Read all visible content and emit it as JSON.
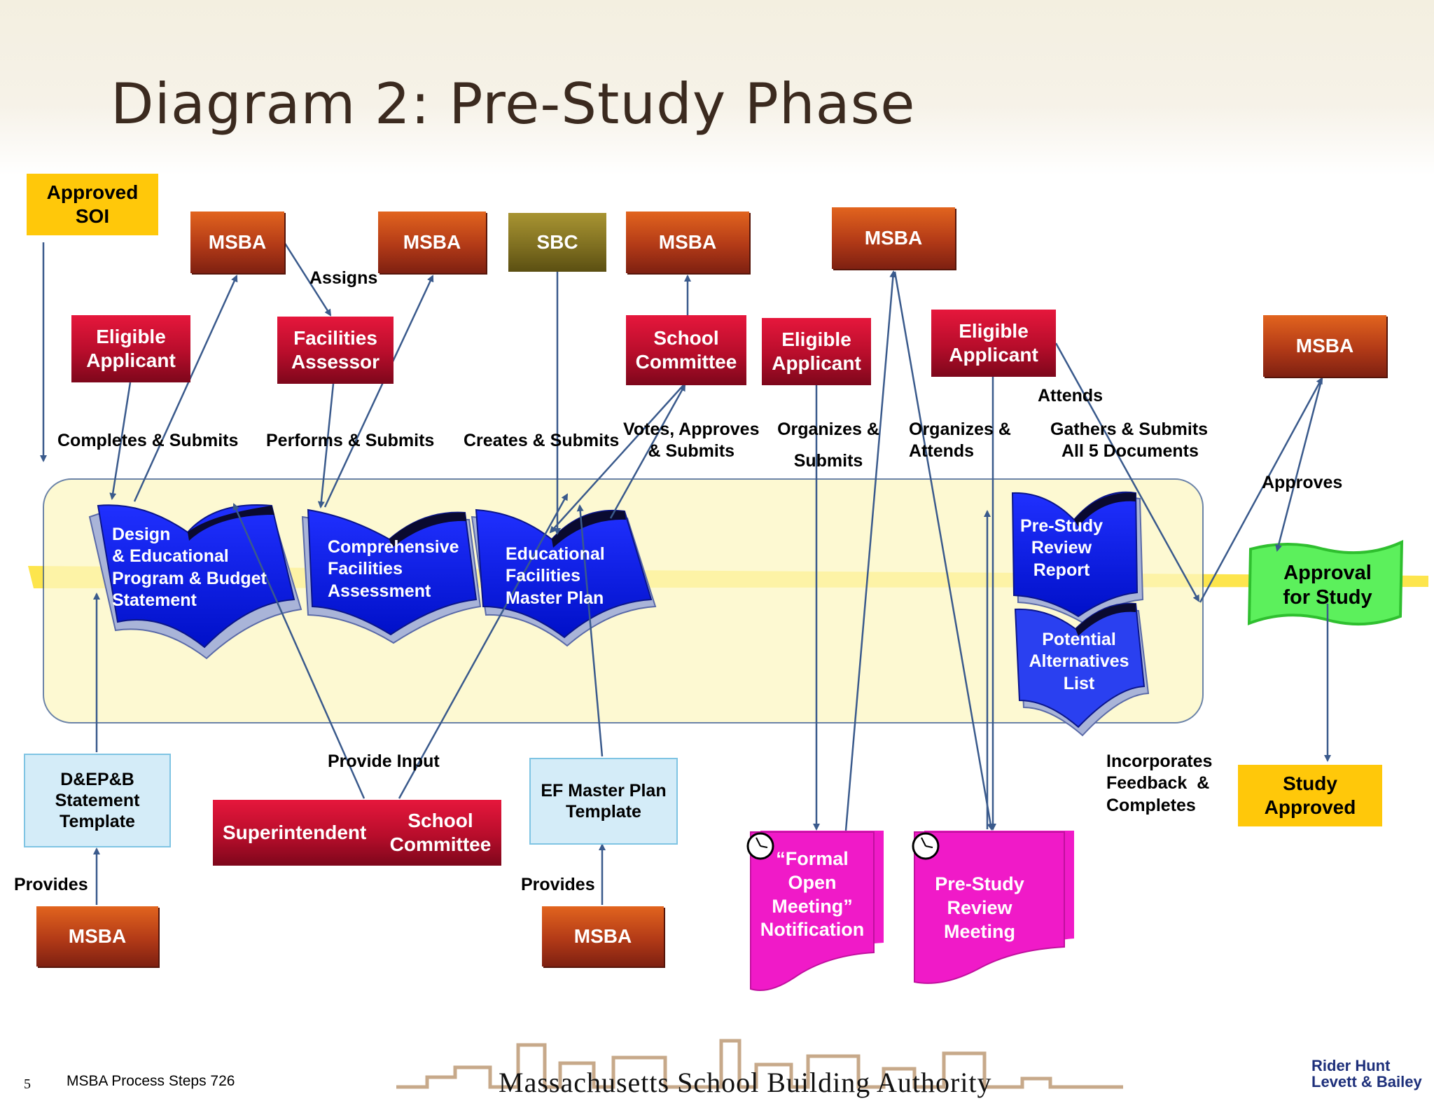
{
  "title": "Diagram 2: Pre-Study Phase",
  "boxes": {
    "approved_soi": "Approved SOI",
    "msba_1": "MSBA",
    "msba_2": "MSBA",
    "sbc": "SBC",
    "msba_3": "MSBA",
    "msba_4": "MSBA",
    "msba_right": "MSBA",
    "eligible_applicant_1": "Eligible Applicant",
    "facilities_assessor": "Facilities Assessor",
    "school_committee_top": "School Committee",
    "eligible_applicant_2": "Eligible Applicant",
    "eligible_applicant_3": "Eligible Applicant",
    "approval_for_study": "Approval for Study",
    "study_approved": "Study Approved",
    "dep_template": "D&EP&B Statement Template",
    "ef_template": "EF Master Plan Template",
    "superintendent": "Superintendent",
    "school_committee_bottom": "School Committee",
    "msba_bottom_1": "MSBA",
    "msba_bottom_2": "MSBA"
  },
  "books": {
    "dep": [
      "Design",
      "& Educational",
      "Program & Budget",
      "Statement"
    ],
    "cfa": [
      "Comprehensive",
      "Facilities",
      "Assessment"
    ],
    "efmp": [
      "Educational",
      "Facilities",
      "Master Plan"
    ],
    "psr": [
      "Pre-Study",
      "Review",
      "Report"
    ],
    "pal": [
      "Potential",
      "Alternatives",
      "List"
    ]
  },
  "calendars": {
    "formal": [
      "“Formal",
      "Open",
      "Meeting”",
      "Notification"
    ],
    "meeting": [
      "Pre-Study",
      "Review",
      "Meeting"
    ]
  },
  "labels": {
    "assigns": "Assigns",
    "completes": "Completes & Submits",
    "performs": "Performs & Submits",
    "creates": "Creates & Submits",
    "votes": [
      "Votes, Approves",
      "& Submits"
    ],
    "organizes_submits": [
      "Organizes &",
      "Submits"
    ],
    "organizes_attends": [
      "Organizes &",
      "Attends"
    ],
    "attends": "Attends",
    "gathers": [
      "Gathers & Submits",
      "All 5 Documents"
    ],
    "approves": "Approves",
    "provide_input": "Provide Input",
    "provides_1": "Provides",
    "provides_2": "Provides",
    "incorporates": [
      "Incorporates",
      "Feedback  &",
      "Completes"
    ]
  },
  "footer": {
    "page": "5",
    "steps": "MSBA Process Steps 726",
    "org": "Massachusetts School Building Authority",
    "firm": [
      "Rider Hunt",
      "Levett & Bailey"
    ]
  },
  "colors": {
    "msba": "#b23a17",
    "crimson": "#b70d2b",
    "gold": "#ffc80a",
    "book_blue": "#0a1fe8",
    "calendar_magenta": "#f01ac8",
    "approval_green": "#5cf05c",
    "connector": "#3a5a8c"
  }
}
